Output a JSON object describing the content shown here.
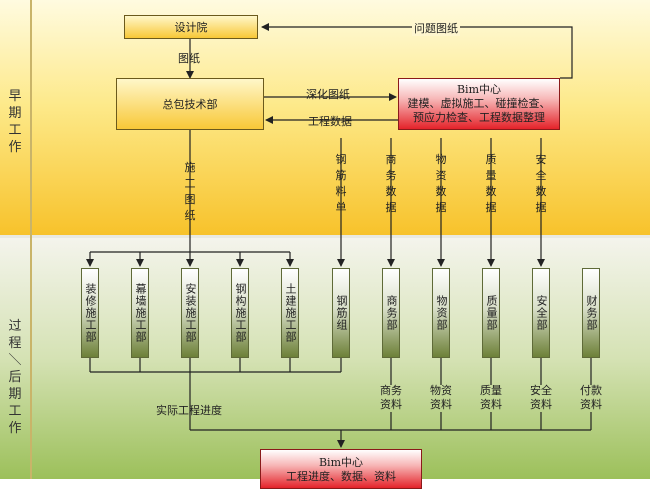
{
  "phases": {
    "early": "早期工作",
    "late": "过程＼后期工作"
  },
  "boxes": {
    "design_institute": "设计院",
    "general_contractor": "总包技术部",
    "bim_top_title": "Bim中心",
    "bim_top_line1": "建模、虚拟施工、碰撞检查、",
    "bim_top_line2": "预应力检查、工程数据整理",
    "bim_bottom_title": "Bim中心",
    "bim_bottom_line1": "工程进度、数据、资料"
  },
  "flow_labels": {
    "drawings": "图纸",
    "issue_drawings": "问题图纸",
    "deepened_drawings": "深化图纸",
    "project_data": "工程数据",
    "actual_progress": "实际工程进度"
  },
  "vertical_labels": {
    "construction_drawings": "施工图纸",
    "rebar_list": "钢筋料单",
    "business_data": "商务数据",
    "material_data": "物资数据",
    "quality_data": "质量数据",
    "safety_data": "安全数据"
  },
  "departments": [
    "装修施工部",
    "幕墙施工部",
    "安装施工部",
    "钢构施工部",
    "土建施工部",
    "钢筋组",
    "商务部",
    "物资部",
    "质量部",
    "安全部",
    "财务部"
  ],
  "outputs": [
    {
      "top": "商务",
      "bottom": "资料"
    },
    {
      "top": "物资",
      "bottom": "资料"
    },
    {
      "top": "质量",
      "bottom": "资料"
    },
    {
      "top": "安全",
      "bottom": "资料"
    },
    {
      "top": "付款",
      "bottom": "资料"
    }
  ]
}
